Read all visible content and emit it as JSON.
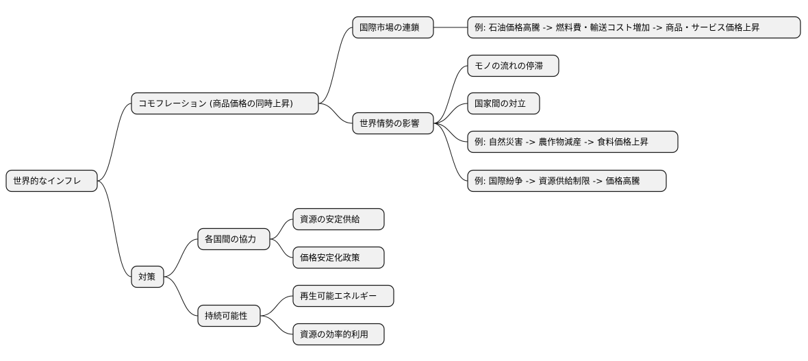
{
  "diagram": {
    "type": "mindmap",
    "root": {
      "id": "root",
      "label": "世界的なインフレ",
      "children": [
        {
          "id": "commodity",
          "label": "コモフレーション (商品価格の同時上昇)",
          "children": [
            {
              "id": "intl_market",
              "label": "国際市場の連鎖",
              "children": [
                {
                  "id": "ex_oil",
                  "label": "例: 石油価格高騰 -> 燃料費・輸送コスト増加 -> 商品・サービス価格上昇",
                  "children": []
                }
              ]
            },
            {
              "id": "world_situation",
              "label": "世界情勢の影響",
              "children": [
                {
                  "id": "goods_flow",
                  "label": "モノの流れの停滞",
                  "children": []
                },
                {
                  "id": "conflict",
                  "label": "国家間の対立",
                  "children": []
                },
                {
                  "id": "ex_disaster",
                  "label": "例: 自然災害 -> 農作物減産 -> 食料価格上昇",
                  "children": []
                },
                {
                  "id": "ex_dispute",
                  "label": "例: 国際紛争 -> 資源供給制限 -> 価格高騰",
                  "children": []
                }
              ]
            }
          ]
        },
        {
          "id": "measures",
          "label": "対策",
          "children": [
            {
              "id": "cooperation",
              "label": "各国間の協力",
              "children": [
                {
                  "id": "stable_supply",
                  "label": "資源の安定供給",
                  "children": []
                },
                {
                  "id": "price_policy",
                  "label": "価格安定化政策",
                  "children": []
                }
              ]
            },
            {
              "id": "sustainability",
              "label": "持続可能性",
              "children": [
                {
                  "id": "renewable",
                  "label": "再生可能エネルギー",
                  "children": []
                },
                {
                  "id": "efficient_use",
                  "label": "資源の効率的利用",
                  "children": []
                }
              ]
            }
          ]
        }
      ]
    }
  }
}
